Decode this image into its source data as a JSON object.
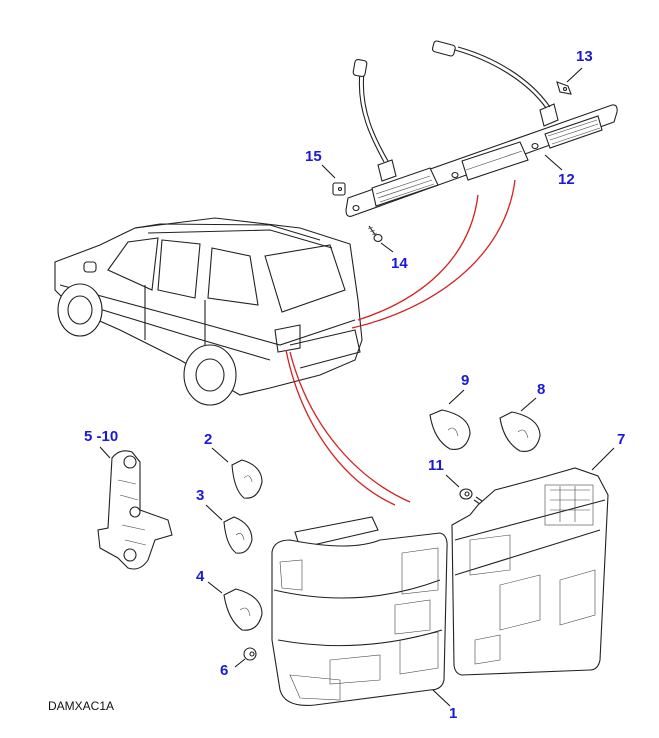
{
  "diagram": {
    "title": "Rear lamps exploded parts diagram",
    "reference_code": "DAMXAC1A",
    "accent_color": "#1a1ad6",
    "link_color": "#d42020",
    "callouts": [
      {
        "id": "1",
        "label": "1",
        "part": "rear-lamp-assembly-lower"
      },
      {
        "id": "2",
        "label": "2",
        "part": "bulb"
      },
      {
        "id": "3",
        "label": "3",
        "part": "bulb"
      },
      {
        "id": "4",
        "label": "4",
        "part": "bulb"
      },
      {
        "id": "5-10",
        "label": "5 -10",
        "part": "bulb-holder"
      },
      {
        "id": "6",
        "label": "6",
        "part": "small-bulb"
      },
      {
        "id": "7",
        "label": "7",
        "part": "rear-lamp-assembly-upper"
      },
      {
        "id": "8",
        "label": "8",
        "part": "bulb"
      },
      {
        "id": "9",
        "label": "9",
        "part": "bulb"
      },
      {
        "id": "11",
        "label": "11",
        "part": "nut"
      },
      {
        "id": "12",
        "label": "12",
        "part": "number-plate-lamp-bar"
      },
      {
        "id": "13",
        "label": "13",
        "part": "clip"
      },
      {
        "id": "14",
        "label": "14",
        "part": "screw"
      },
      {
        "id": "15",
        "label": "15",
        "part": "clip-nut"
      }
    ]
  }
}
